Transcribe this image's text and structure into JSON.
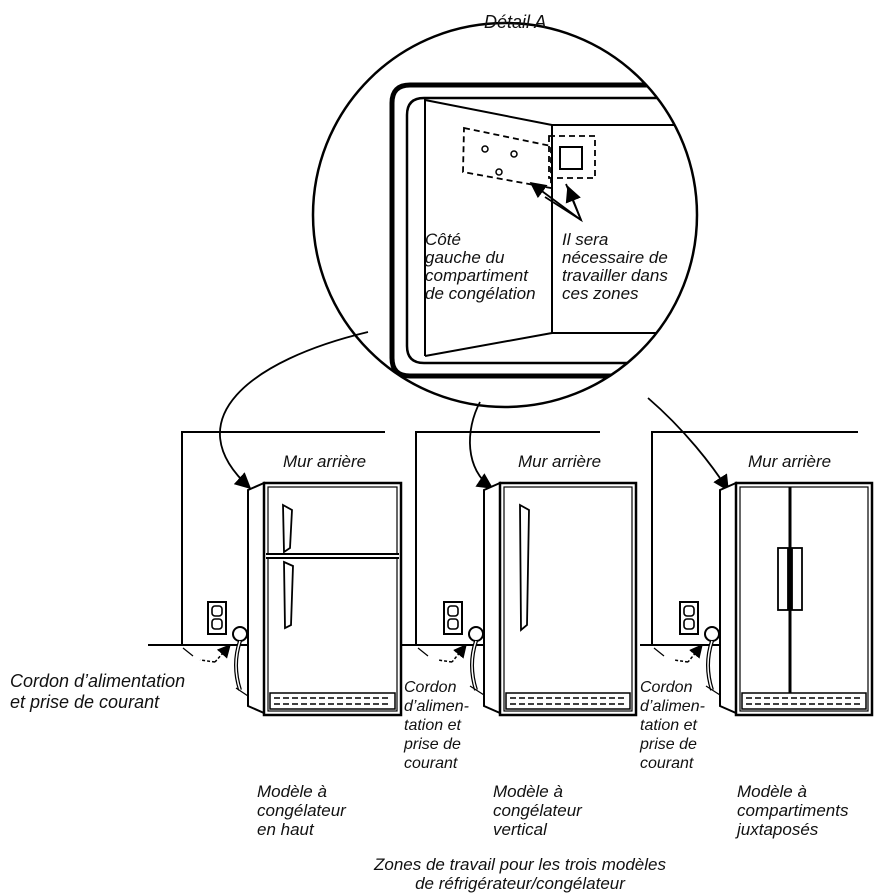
{
  "detail": {
    "title": "Détail A",
    "left_side_label": "Côté\ngauche du\ncompartiment\nde congélation",
    "work_zones_label": "Il sera\nnécessaire de\ntravailler dans\nces zones"
  },
  "wall_label": "Mur arrière",
  "cord_label_wide": "Cordon d’alimentation\net prise de courant",
  "cord_label_narrow": "Cordon\nd’alimen-\ntation et\nprise de\ncourant",
  "models": [
    {
      "id": "top-freezer",
      "label": "Modèle à\ncongélateur\nen haut"
    },
    {
      "id": "upright-freezer",
      "label": "Modèle à\ncongélateur\nvertical"
    },
    {
      "id": "side-by-side",
      "label": "Modèle à\ncompartiments\njuxtaposés"
    }
  ],
  "caption": "Zones de travail pour les trois modèles\nde réfrigérateur/congélateur"
}
